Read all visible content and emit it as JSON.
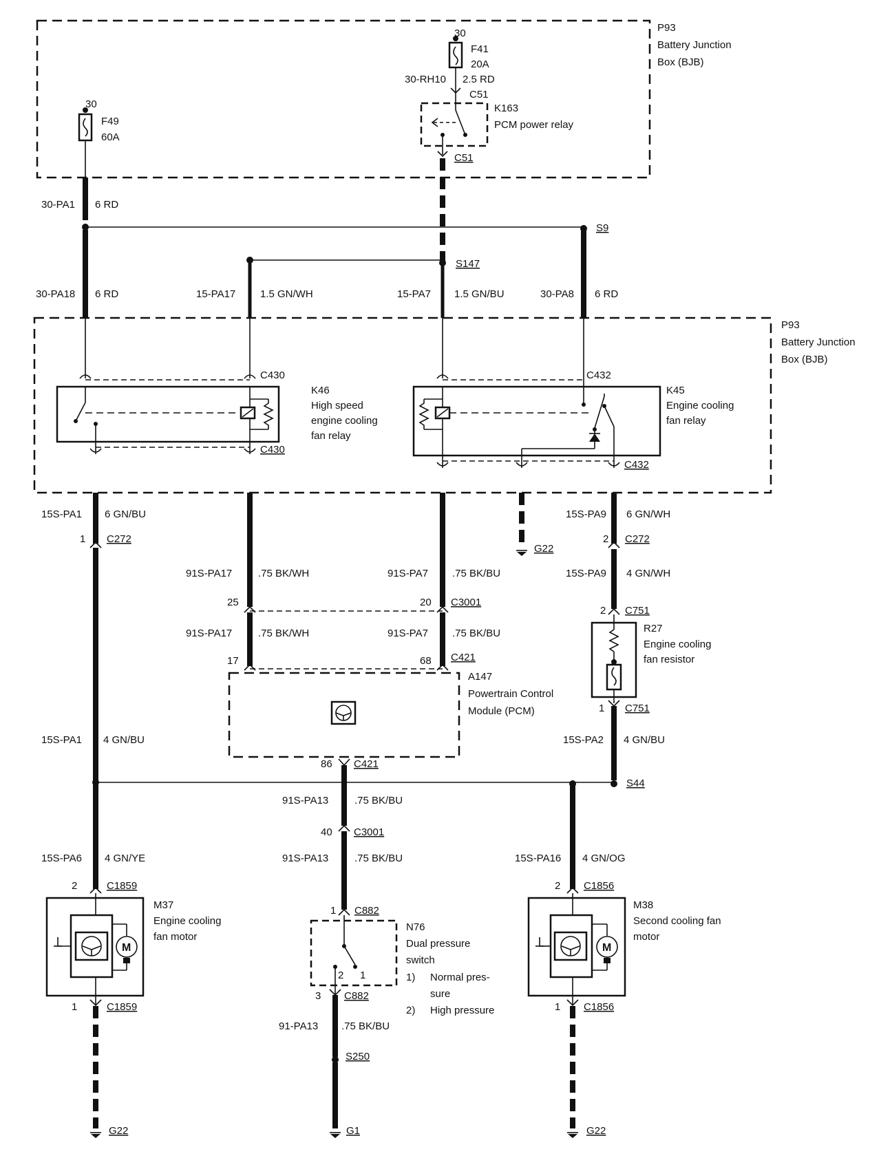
{
  "bjb_top": {
    "id": "P93",
    "name": "Battery Junction",
    "name2": "Box (BJB)"
  },
  "bjb_mid": {
    "id": "P93",
    "name": "Battery Junction",
    "name2": "Box (BJB)"
  },
  "f49": {
    "term": "30",
    "id": "F49",
    "rating": "60A"
  },
  "f41": {
    "term": "30",
    "id": "F41",
    "rating": "20A"
  },
  "k163": {
    "id": "K163",
    "name": "PCM power relay",
    "conn": "C51"
  },
  "w_30rh10": {
    "circuit": "30-RH10",
    "spec": "2.5 RD"
  },
  "w_30pa1": {
    "circuit": "30-PA1",
    "spec": "6 RD"
  },
  "w_30pa18": {
    "circuit": "30-PA18",
    "spec": "6 RD"
  },
  "w_15pa17": {
    "circuit": "15-PA17",
    "spec": "1.5 GN/WH"
  },
  "w_15pa7": {
    "circuit": "15-PA7",
    "spec": "1.5 GN/BU"
  },
  "w_30pa8": {
    "circuit": "30-PA8",
    "spec": "6 RD"
  },
  "splices": {
    "s9": "S9",
    "s147": "S147",
    "s44": "S44",
    "s250": "S250"
  },
  "k46": {
    "id": "K46",
    "l1": "High speed",
    "l2": "engine cooling",
    "l3": "fan relay",
    "conn": "C430"
  },
  "k45": {
    "id": "K45",
    "l1": "Engine cooling",
    "l2": "fan relay",
    "conn": "C432"
  },
  "w_15spa1_top": {
    "circuit": "15S-PA1",
    "spec": "6 GN/BU"
  },
  "c272": {
    "id": "C272",
    "pin_left": "1",
    "pin_right": "2"
  },
  "g22": "G22",
  "g1": "G1",
  "w_15spa9_a": {
    "circuit": "15S-PA9",
    "spec": "6 GN/WH"
  },
  "w_15spa9_b": {
    "circuit": "15S-PA9",
    "spec": "4 GN/WH"
  },
  "w_91spa17_a": {
    "circuit": "91S-PA17",
    "spec": ".75 BK/WH"
  },
  "w_91spa7_a": {
    "circuit": "91S-PA7",
    "spec": ".75 BK/BU"
  },
  "c3001": {
    "id": "C3001",
    "pin25": "25",
    "pin20": "20",
    "pin40": "40"
  },
  "w_91spa17_b": {
    "circuit": "91S-PA17",
    "spec": ".75 BK/WH"
  },
  "w_91spa7_b": {
    "circuit": "91S-PA7",
    "spec": ".75 BK/BU"
  },
  "c421": {
    "id": "C421",
    "pin17": "17",
    "pin68": "68",
    "pin86": "86"
  },
  "a147": {
    "id": "A147",
    "l1": "Powertrain Control",
    "l2": "Module (PCM)"
  },
  "c751": {
    "id": "C751",
    "pin2": "2",
    "pin1": "1"
  },
  "r27": {
    "id": "R27",
    "l1": "Engine cooling",
    "l2": "fan resistor"
  },
  "w_15spa1_low": {
    "circuit": "15S-PA1",
    "spec": "4 GN/BU"
  },
  "w_15spa2": {
    "circuit": "15S-PA2",
    "spec": "4 GN/BU"
  },
  "w_91spa13_a": {
    "circuit": "91S-PA13",
    "spec": ".75 BK/BU"
  },
  "w_91spa13_b": {
    "circuit": "91S-PA13",
    "spec": ".75 BK/BU"
  },
  "w_15spa6": {
    "circuit": "15S-PA6",
    "spec": "4 GN/YE"
  },
  "w_15spa16": {
    "circuit": "15S-PA16",
    "spec": "4 GN/OG"
  },
  "c1859": {
    "id": "C1859",
    "pin2": "2",
    "pin1": "1"
  },
  "c882": {
    "id": "C882",
    "pin1": "1",
    "pin3": "3"
  },
  "c1856": {
    "id": "C1856",
    "pin2": "2",
    "pin1": "1"
  },
  "m37": {
    "id": "M37",
    "l1": "Engine cooling",
    "l2": "fan motor"
  },
  "m38": {
    "id": "M38",
    "l1": "Second cooling fan",
    "l2": "motor"
  },
  "n76": {
    "id": "N76",
    "l1": "Dual pressure",
    "l2": "switch",
    "n1": "1)",
    "o1a": "Normal pres-",
    "o1b": "sure",
    "n2": "2)",
    "o2": "High pressure",
    "sw1": "1",
    "sw2": "2"
  },
  "w_91pa13": {
    "circuit": "91-PA13",
    "spec": ".75 BK/BU"
  },
  "motor_glyph": "M"
}
